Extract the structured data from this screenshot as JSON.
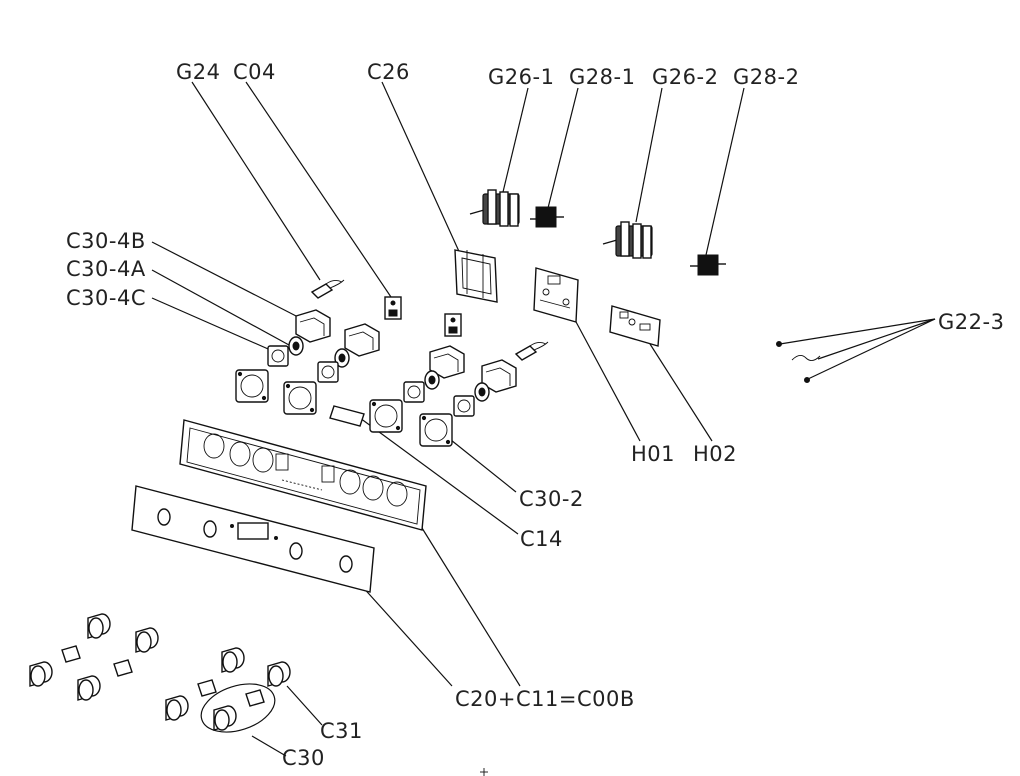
{
  "labels": {
    "g24": "G24",
    "c04": "C04",
    "c26": "C26",
    "g26_1": "G26-1",
    "g28_1": "G28-1",
    "g26_2": "G26-2",
    "g28_2": "G28-2",
    "c30_4b": "C30-4B",
    "c30_4a": "C30-4A",
    "c30_4c": "C30-4C",
    "g22_3": "G22-3",
    "h01": "H01",
    "h02": "H02",
    "c30_2": "C30-2",
    "c14": "C14",
    "c20_c11_c00b": "C20+C11=C00B",
    "c31": "C31",
    "c30": "C30"
  },
  "colors": {
    "line": "#111111",
    "background": "#ffffff"
  }
}
